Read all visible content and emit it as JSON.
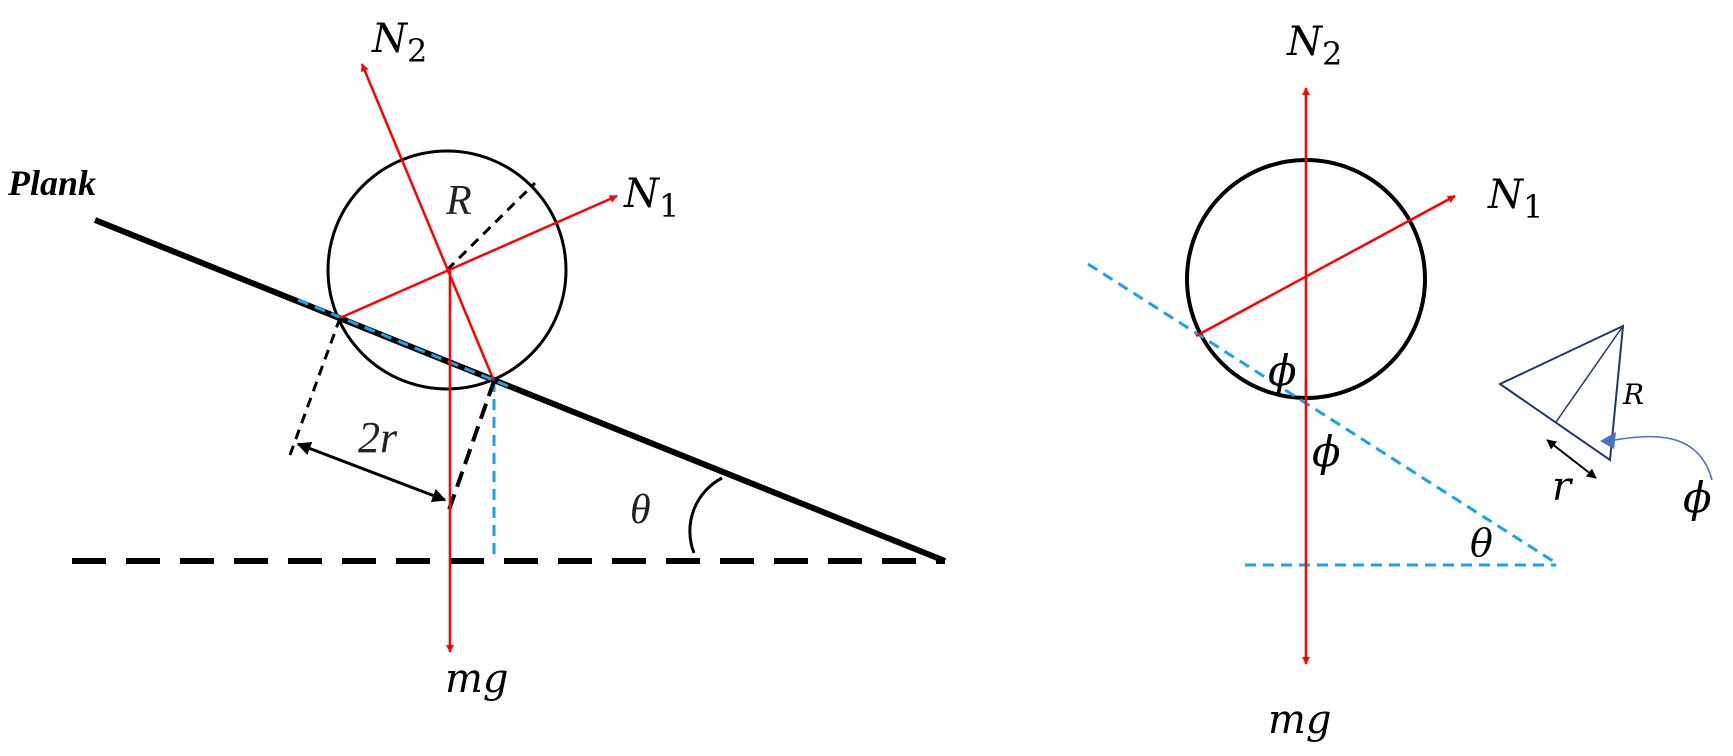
{
  "left_panel": {
    "plank_label": "Plank",
    "radius_label": "R",
    "gap_label": "2r",
    "angle_label": "θ",
    "force_n1": {
      "main": "N",
      "sub": "1"
    },
    "force_n2": {
      "main": "N",
      "sub": "2"
    },
    "force_weight": "mg"
  },
  "right_panel": {
    "force_n1": {
      "main": "N",
      "sub": "1"
    },
    "force_n2": {
      "main": "N",
      "sub": "2"
    },
    "force_weight": "mg",
    "angle_theta": "θ",
    "angle_phi_upper": "ϕ",
    "angle_phi_lower": "ϕ"
  },
  "inset": {
    "radius_label": "R",
    "half_gap_label": "r",
    "angle_label": "ϕ"
  },
  "colors": {
    "force_arrow": "#ff0000",
    "helper_line": "#1aa3e6",
    "outline": "#000000",
    "inset_outline": "#1f3a66",
    "inset_arrow": "#4a72c4"
  }
}
